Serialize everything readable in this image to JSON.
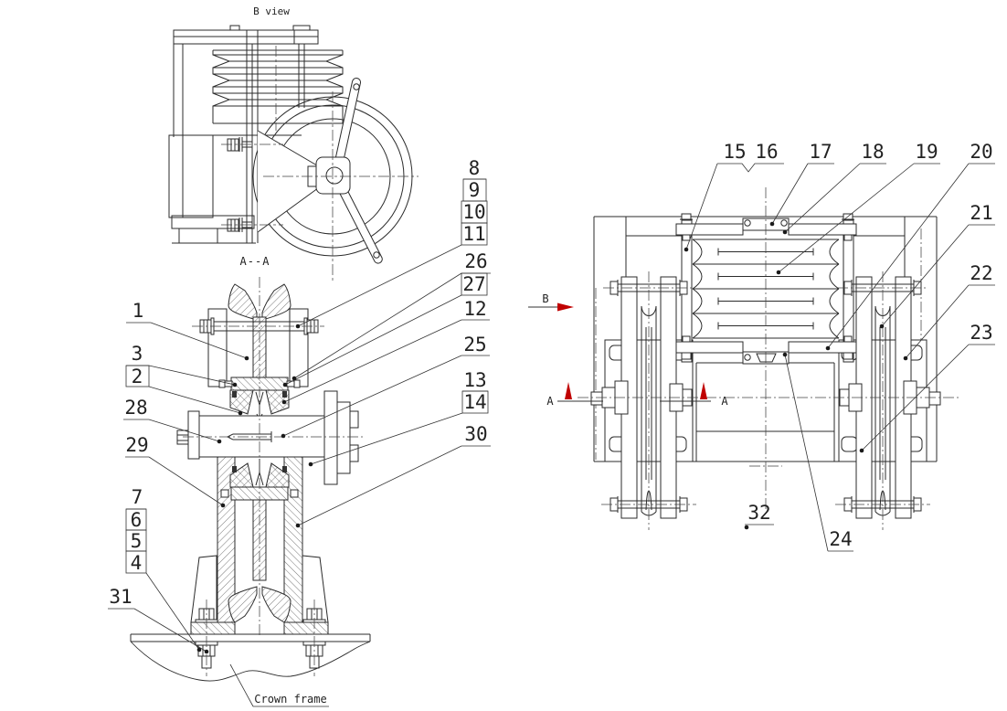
{
  "page": {
    "background": "#ffffff",
    "line_color": "#2b2b2b",
    "accent_red": "#c00000",
    "description": "Crown block sheave assembly engineering drawing with three views and numbered part callouts"
  },
  "labels": {
    "b_view": "B view",
    "section_aa": "A--A",
    "crown_frame": "Crown frame",
    "marker_b": "B",
    "marker_a_left": "A",
    "marker_a_right": "A"
  },
  "callouts": [
    {
      "label": "1",
      "boxed": false
    },
    {
      "label": "3",
      "boxed": false
    },
    {
      "label": "2",
      "boxed": true
    },
    {
      "label": "28",
      "boxed": false
    },
    {
      "label": "29",
      "boxed": false
    },
    {
      "label": "7",
      "boxed": false
    },
    {
      "label": "6",
      "boxed": true
    },
    {
      "label": "5",
      "boxed": true
    },
    {
      "label": "4",
      "boxed": true
    },
    {
      "label": "31",
      "boxed": false
    },
    {
      "label": "8",
      "boxed": false
    },
    {
      "label": "9",
      "boxed": true
    },
    {
      "label": "10",
      "boxed": true
    },
    {
      "label": "11",
      "boxed": true
    },
    {
      "label": "26",
      "boxed": false
    },
    {
      "label": "27",
      "boxed": true
    },
    {
      "label": "12",
      "boxed": false
    },
    {
      "label": "25",
      "boxed": false
    },
    {
      "label": "13",
      "boxed": false
    },
    {
      "label": "14",
      "boxed": true
    },
    {
      "label": "30",
      "boxed": false
    },
    {
      "label": "15",
      "boxed": false
    },
    {
      "label": "16",
      "boxed": false
    },
    {
      "label": "17",
      "boxed": false
    },
    {
      "label": "18",
      "boxed": false
    },
    {
      "label": "19",
      "boxed": false
    },
    {
      "label": "20",
      "boxed": false
    },
    {
      "label": "21",
      "boxed": false
    },
    {
      "label": "22",
      "boxed": false
    },
    {
      "label": "23",
      "boxed": false
    },
    {
      "label": "32",
      "boxed": false
    },
    {
      "label": "24",
      "boxed": false
    }
  ]
}
